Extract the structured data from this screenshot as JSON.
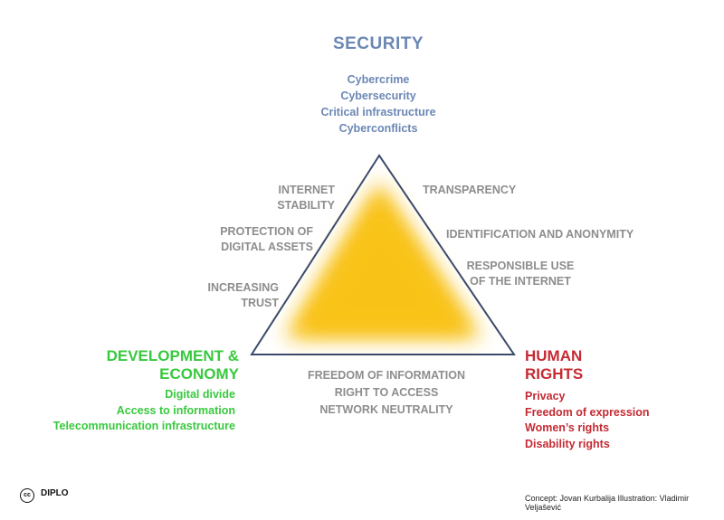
{
  "security": {
    "title": "SECURITY",
    "items": [
      "Cybercrime",
      "Cybersecurity",
      "Critical infrastructure",
      "Cyberconflicts"
    ]
  },
  "left_labels": [
    [
      "INTERNET",
      "STABILITY"
    ],
    [
      "PROTECTION OF",
      "DIGITAL ASSETS"
    ],
    [
      "INCREASING",
      "TRUST"
    ]
  ],
  "right_labels": [
    [
      "TRANSPARENCY"
    ],
    [
      "IDENTIFICATION AND ANONYMITY"
    ],
    [
      "RESPONSIBLE USE",
      "OF THE INTERNET"
    ]
  ],
  "bottom_labels": [
    "FREEDOM OF INFORMATION",
    "RIGHT TO ACCESS",
    "NETWORK NEUTRALITY"
  ],
  "development": {
    "title_lines": [
      "DEVELOPMENT &",
      "ECONOMY"
    ],
    "items": [
      "Digital divide",
      "Access to information",
      "Telecommunication infrastructure"
    ]
  },
  "human_rights": {
    "title_lines": [
      "HUMAN",
      "RIGHTS"
    ],
    "items": [
      "Privacy",
      "Freedom of expression",
      "Women’s rights",
      "Disability rights"
    ]
  },
  "footer": {
    "logo_text": "DIPLO",
    "cc_text": "cc",
    "credit": "Concept: Jovan Kurbalija Illustration: Vladimir Veljašević"
  },
  "colors": {
    "security": "#6b87b4",
    "development": "#38c93e",
    "human_rights": "#c42b33",
    "neutral": "#8d8d8d",
    "triangle_fill": "#f8c11a",
    "triangle_stroke": "#3b4a6b"
  }
}
